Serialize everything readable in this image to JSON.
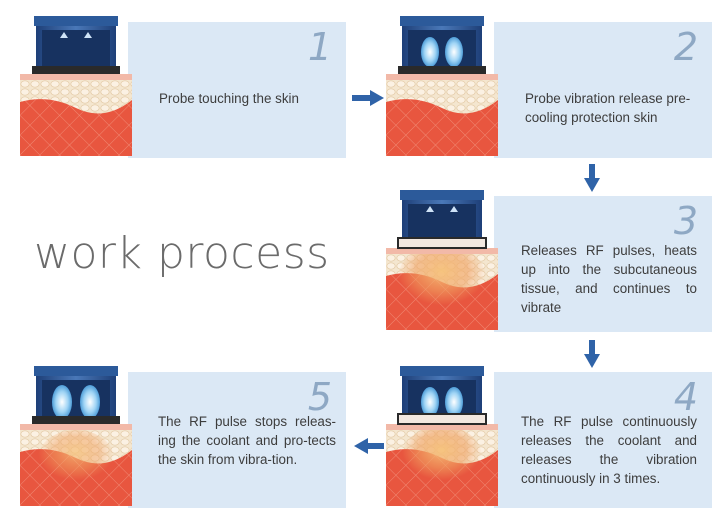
{
  "title": "work process",
  "steps": [
    {
      "number": "1",
      "text": "Probe touching the skin"
    },
    {
      "number": "2",
      "text": "Probe vibration release pre-cooling protection skin"
    },
    {
      "number": "3",
      "text": "Releases RF pulses, heats up into the subcutaneous tissue, and continues to vibrate"
    },
    {
      "number": "4",
      "text": "The RF pulse continuously releases the coolant and releases the vibration continuously in 3 times."
    },
    {
      "number": "5",
      "text": "The RF pulse stops releas-ing the coolant and pro-tects the skin from vibra-tion."
    }
  ],
  "colors": {
    "card": "#dbe8f5",
    "arrow": "#2f63a8",
    "number": "#8ea8c4",
    "probe": "#2c5a9a",
    "skin_red": "#e8563f",
    "fat": "#f6e2c8"
  }
}
